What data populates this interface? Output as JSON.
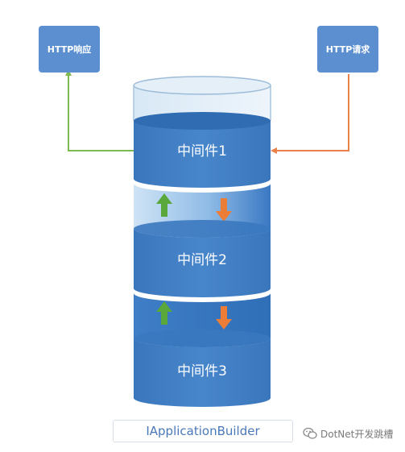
{
  "diagram": {
    "response_box": {
      "label": "HTTP响应"
    },
    "request_box": {
      "label": "HTTP请求"
    },
    "layers": [
      {
        "label": "中间件1"
      },
      {
        "label": "中间件2"
      },
      {
        "label": "中间件3"
      }
    ],
    "caption": "IApplicationBuilder"
  },
  "watermark": {
    "text": "DotNet开发跳槽",
    "icon": "wechat-icon"
  },
  "colors": {
    "box": "#5b8fd0",
    "layer": "#3f7dc2",
    "response_line": "#7dbb52",
    "request_line": "#e8814a",
    "up_arrow": "#5aa83c",
    "down_arrow": "#ec7d37"
  }
}
